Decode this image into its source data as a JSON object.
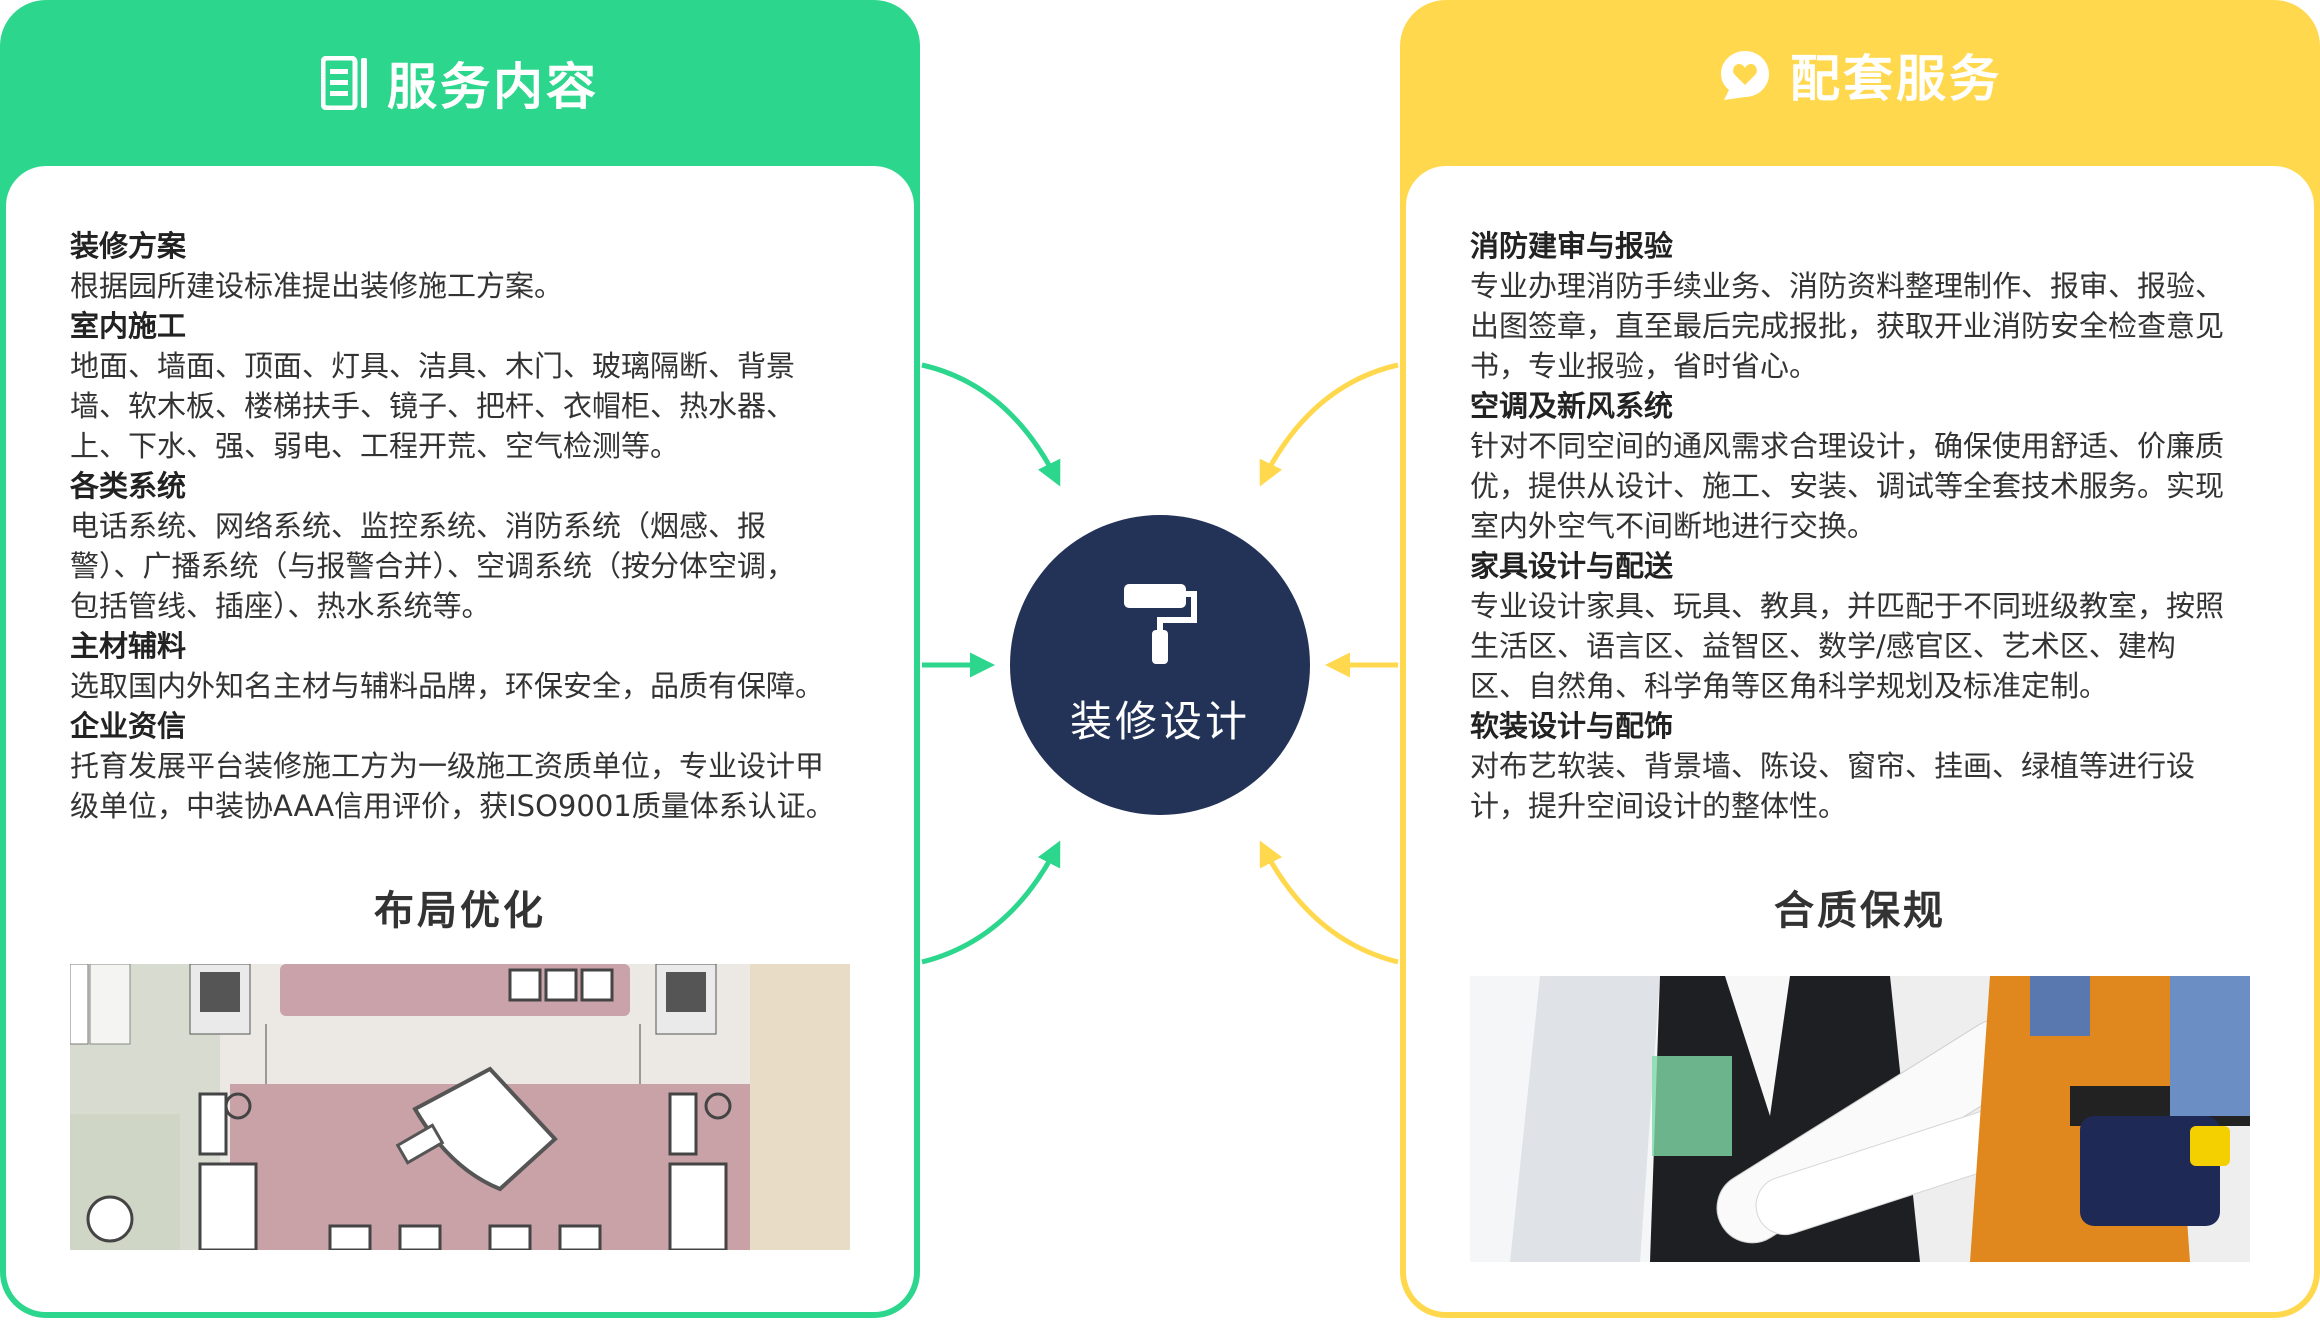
{
  "colors": {
    "green": "#2dd68d",
    "yellow": "#ffd84e",
    "navy": "#233358"
  },
  "left_panel": {
    "title": "服务内容",
    "icon": "document-list-icon",
    "sections": [
      {
        "heading": "装修方案",
        "lines": [
          "根据园所建设标准提出装修施工方案。"
        ]
      },
      {
        "heading": "室内施工",
        "lines": [
          "地面、墙面、顶面、灯具、洁具、木门、玻璃隔断、背景",
          "墙、软木板、楼梯扶手、镜子、把杆、衣帽柜、热水器、",
          "上、下水、强、弱电、工程开荒、空气检测等。"
        ]
      },
      {
        "heading": "各类系统",
        "lines": [
          "电话系统、网络系统、监控系统、消防系统（烟感、报",
          "警）、广播系统（与报警合并）、空调系统（按分体空调，",
          "包括管线、插座）、热水系统等。"
        ]
      },
      {
        "heading": "主材辅料",
        "lines": [
          "选取国内外知名主材与辅料品牌，环保安全，品质有保障。"
        ]
      },
      {
        "heading": "企业资信",
        "lines": [
          "托育发展平台装修施工方为一级施工资质单位，专业设计甲",
          "级单位，中装协AAA信用评价，获ISO9001质量体系认证。"
        ]
      }
    ],
    "image_title": "布局优化"
  },
  "right_panel": {
    "title": "配套服务",
    "icon": "heart-chat-icon",
    "sections": [
      {
        "heading": "消防建审与报验",
        "lines": [
          "专业办理消防手续业务、消防资料整理制作、报审、报验、",
          "出图签章，直至最后完成报批，获取开业消防安全检查意见",
          "书，专业报验，省时省心。"
        ]
      },
      {
        "heading": "空调及新风系统",
        "lines": [
          "针对不同空间的通风需求合理设计，确保使用舒适、价廉质",
          "优，提供从设计、施工、安装、调试等全套技术服务。实现",
          "室内外空气不间断地进行交换。"
        ]
      },
      {
        "heading": "家具设计与配送",
        "lines": [
          "专业设计家具、玩具、教具，并匹配于不同班级教室，按照",
          "生活区、语言区、益智区、数学/感官区、艺术区、建构",
          "区、自然角、科学角等区角科学规划及标准定制。"
        ]
      },
      {
        "heading": "软装设计与配饰",
        "lines": [
          "对布艺软装、背景墙、陈设、窗帘、挂画、绿植等进行设",
          "计，提升空间设计的整体性。"
        ]
      }
    ],
    "image_title": "合质保规"
  },
  "center": {
    "label": "装修设计",
    "icon": "paint-roller-icon"
  }
}
